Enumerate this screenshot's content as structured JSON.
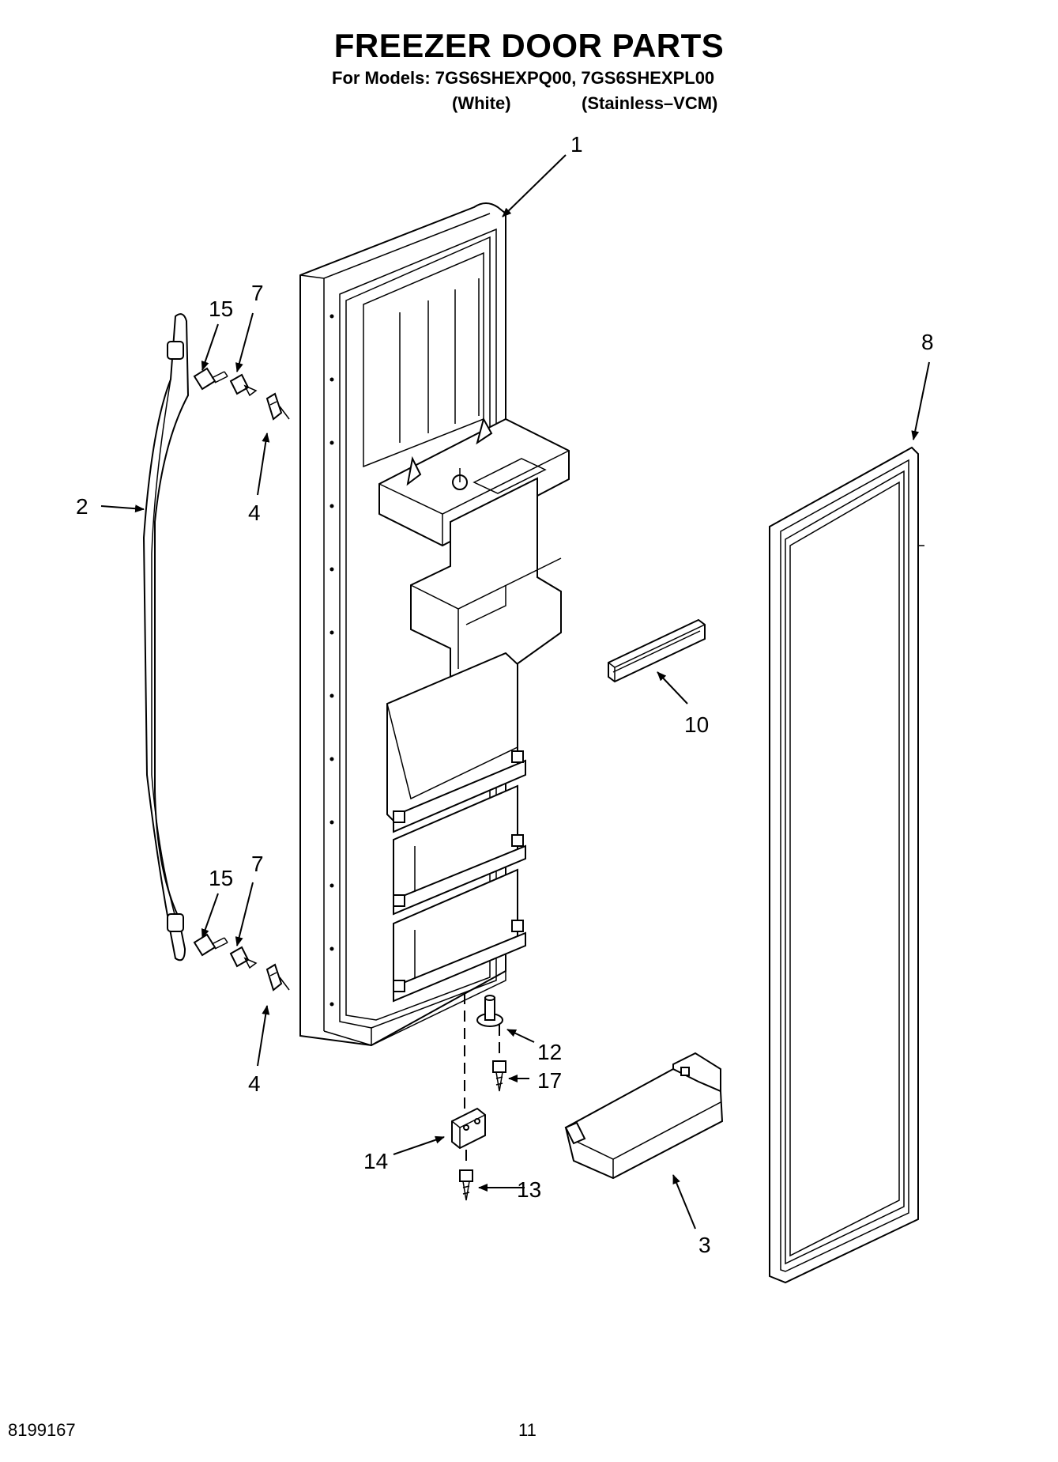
{
  "header": {
    "title": "FREEZER DOOR PARTS",
    "models_line": "For Models: 7GS6SHEXPQ00, 7GS6SHEXPL00",
    "variant_white": "(White)",
    "variant_stainless": "(Stainless–VCM)"
  },
  "callouts": {
    "c1": "1",
    "c2": "2",
    "c3": "3",
    "c4_top": "4",
    "c4_bottom": "4",
    "c7_top": "7",
    "c7_bottom": "7",
    "c8": "8",
    "c10": "10",
    "c12": "12",
    "c13": "13",
    "c14": "14",
    "c15_top": "15",
    "c15_bottom": "15",
    "c17": "17"
  },
  "footer": {
    "doc_number": "8199167",
    "page_number": "11"
  }
}
